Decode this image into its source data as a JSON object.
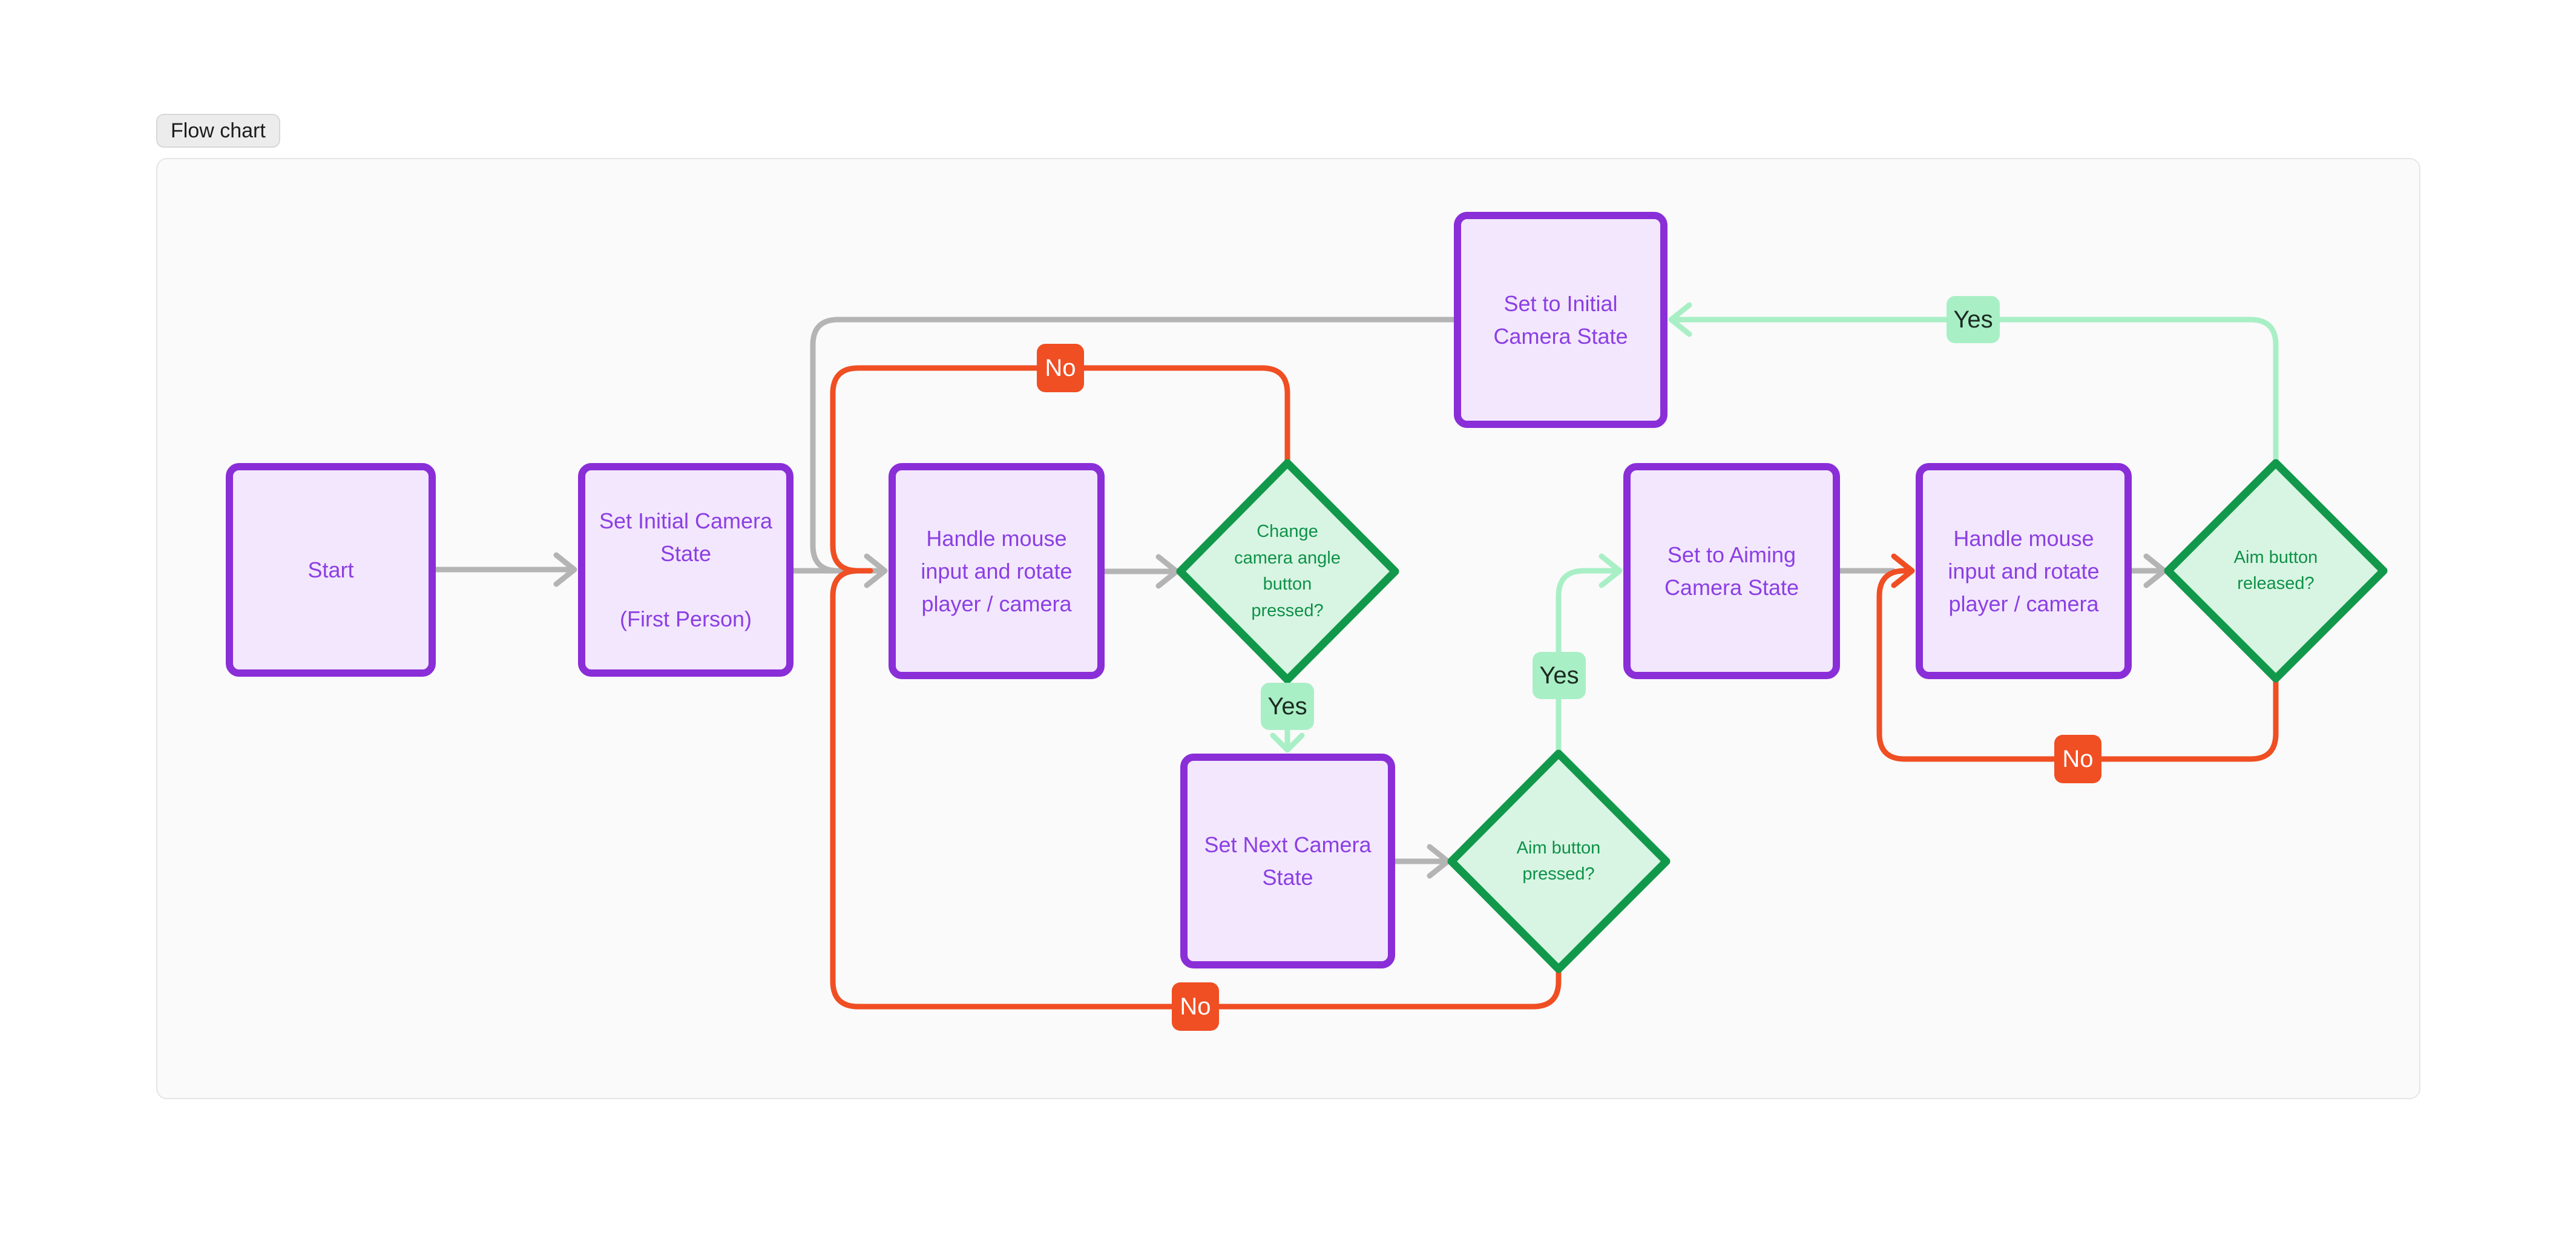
{
  "frame": {
    "title": "Flow chart"
  },
  "colors": {
    "purple_border": "#8a2ed8",
    "purple_fill": "#f3e7fd",
    "purple_text": "#8b3fe3",
    "green_border": "#12984b",
    "green_fill": "#d8f5e3",
    "green_text": "#0e9148",
    "mint": "#a9efc6",
    "red": "#f04e23",
    "gray": "#b4b4b4",
    "frame_bg": "#fafafa",
    "frame_border": "#e5e5e5",
    "page_bg": "#ffffff",
    "label_yes_bg": "#a9efc6",
    "label_yes_text": "#1b2a21",
    "label_no_bg": "#f04e23",
    "label_no_text": "#ffffff",
    "title_bg": "#ececec",
    "title_border": "#d8d8d8",
    "title_text": "#1d1d1d"
  },
  "nodes": [
    {
      "id": "start",
      "label": "Start"
    },
    {
      "id": "set-initial-camera-state",
      "label": "Set Initial Camera\nState\n\n(First Person)"
    },
    {
      "id": "handle-mouse-1",
      "label": "Handle mouse\ninput and rotate\nplayer / camera"
    },
    {
      "id": "set-to-initial-camera-state",
      "label": "Set to Initial\nCamera State"
    },
    {
      "id": "set-next-camera-state",
      "label": "Set Next Camera\nState"
    },
    {
      "id": "set-to-aiming-camera-state",
      "label": "Set to Aiming\nCamera State"
    },
    {
      "id": "handle-mouse-2",
      "label": "Handle mouse\ninput and rotate\nplayer / camera"
    }
  ],
  "decisions": [
    {
      "id": "change-camera-angle",
      "label": "Change\ncamera angle\nbutton\npressed?"
    },
    {
      "id": "aim-button-pressed",
      "label": "Aim button\npressed?"
    },
    {
      "id": "aim-button-released",
      "label": "Aim button\nreleased?"
    }
  ],
  "edge_labels": [
    {
      "id": "yes-change-angle",
      "text": "Yes"
    },
    {
      "id": "yes-aim-pressed",
      "text": "Yes"
    },
    {
      "id": "yes-aim-released",
      "text": "Yes"
    },
    {
      "id": "no-change-angle",
      "text": "No"
    },
    {
      "id": "no-aim-pressed",
      "text": "No"
    },
    {
      "id": "no-aim-released",
      "text": "No"
    }
  ]
}
